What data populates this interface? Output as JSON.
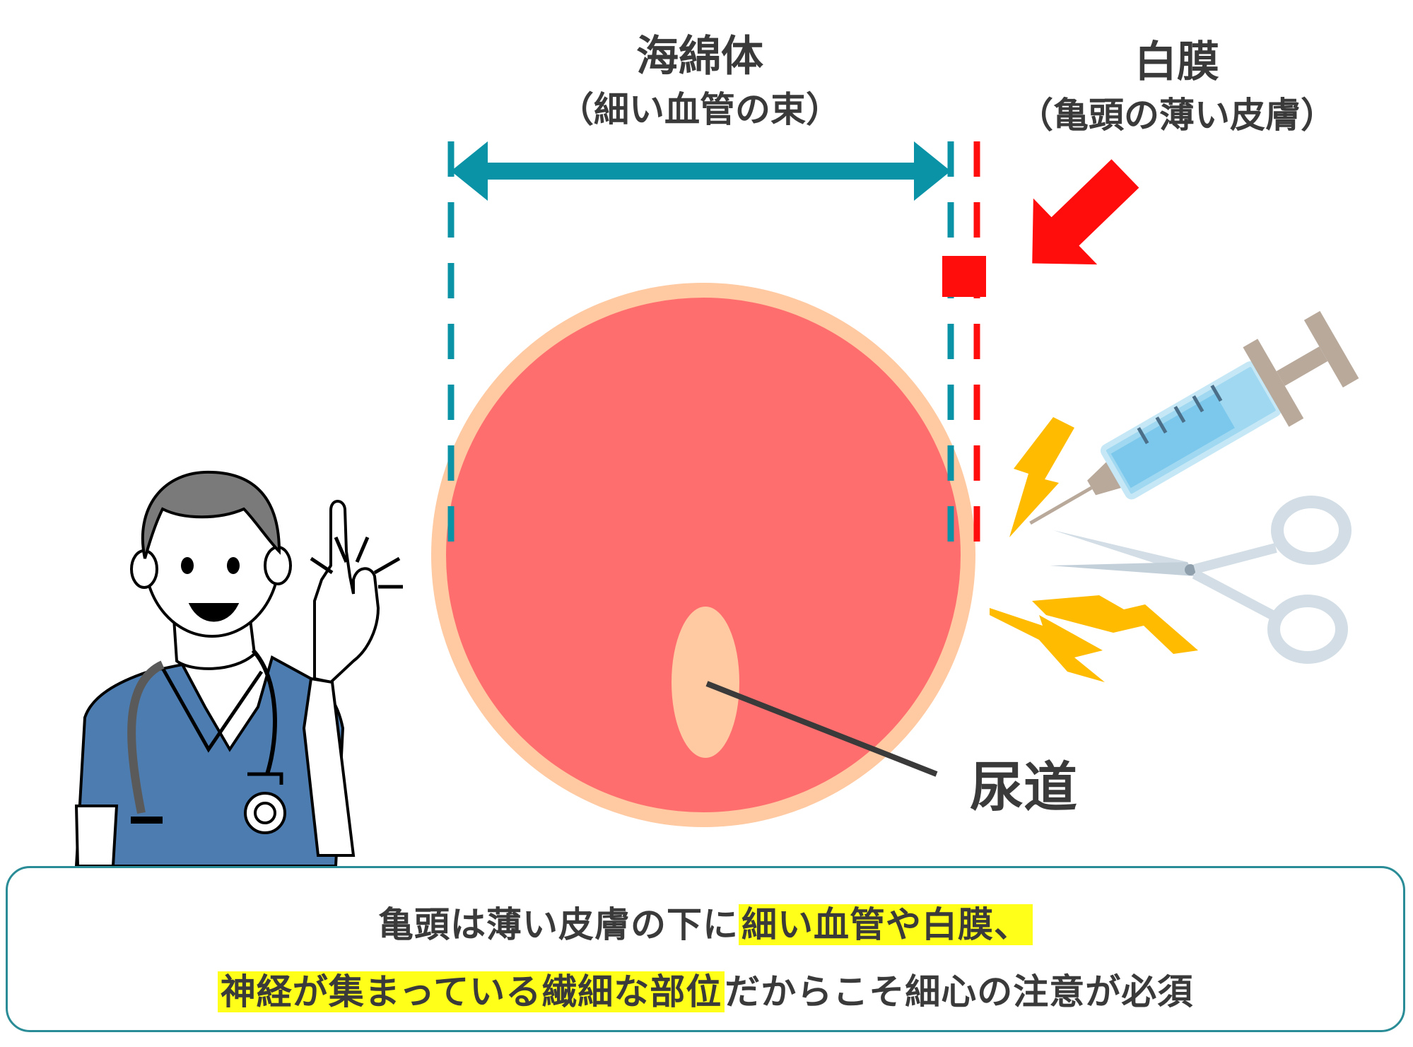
{
  "labels": {
    "sponge_title": "海綿体",
    "sponge_sub": "（細い血管の束）",
    "tunica_title": "白膜",
    "tunica_sub": "（亀頭の薄い皮膚）",
    "urethra": "尿道"
  },
  "caption": {
    "line1_plain": "亀頭は薄い皮膚の下に",
    "line1_highlight": "細い血管や白膜、",
    "line2_highlight": "神経が集まっている繊細な部位",
    "line2_plain": "だからこそ細心の注意が必須"
  },
  "colors": {
    "teal": "#0a93a6",
    "red": "#ff0d0d",
    "skin": "#ffc9a1",
    "tissue": "#ff6e6e",
    "highlight": "#ffff1a",
    "bolt": "#ffbb00",
    "scrub": "#4d7db0",
    "text": "#3a3a3a"
  },
  "icons": [
    "doctor-illustration",
    "syringe-icon",
    "scissors-icon",
    "lightning-icon",
    "red-arrow-icon"
  ]
}
